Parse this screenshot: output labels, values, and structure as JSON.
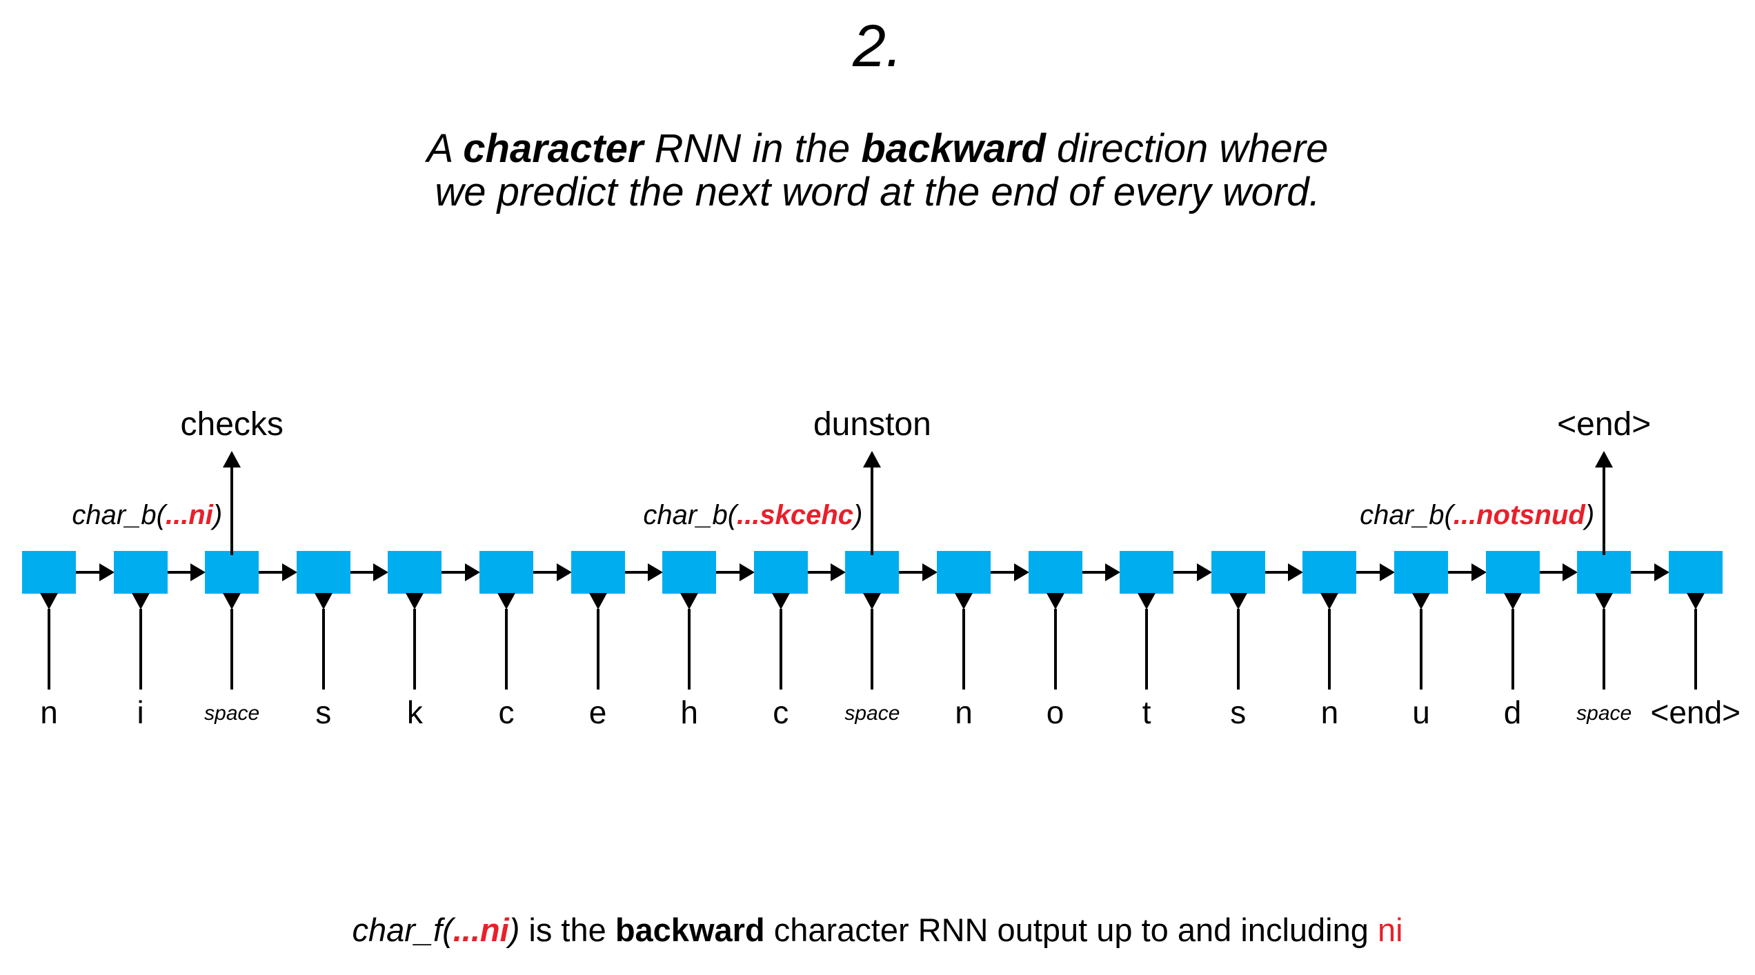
{
  "header": {
    "slide_number": "2.",
    "subtitle_line1_prefix": "A ",
    "subtitle_line1_bold1": "character",
    "subtitle_line1_mid": " RNN in the ",
    "subtitle_line1_bold2": "backward",
    "subtitle_line1_suffix": " direction where",
    "subtitle_line2": "we predict the next word at the end of every word."
  },
  "diagram": {
    "cell_color": "#00AEEF",
    "highlight_color": "#E8202A",
    "cell_count": 19,
    "inputs": [
      {
        "label": "n",
        "small": false
      },
      {
        "label": "i",
        "small": false
      },
      {
        "label": "space",
        "small": true
      },
      {
        "label": "s",
        "small": false
      },
      {
        "label": "k",
        "small": false
      },
      {
        "label": "c",
        "small": false
      },
      {
        "label": "e",
        "small": false
      },
      {
        "label": "h",
        "small": false
      },
      {
        "label": "c",
        "small": false
      },
      {
        "label": "space",
        "small": true
      },
      {
        "label": "n",
        "small": false
      },
      {
        "label": "o",
        "small": false
      },
      {
        "label": "t",
        "small": false
      },
      {
        "label": "s",
        "small": false
      },
      {
        "label": "n",
        "small": false
      },
      {
        "label": "u",
        "small": false
      },
      {
        "label": "d",
        "small": false
      },
      {
        "label": "space",
        "small": true
      },
      {
        "label": "<end>",
        "small": false
      }
    ],
    "outputs": [
      {
        "cell_index": 2,
        "label": "checks",
        "state_prefix": "char_b(",
        "state_highlight": "...ni",
        "state_suffix": ")"
      },
      {
        "cell_index": 9,
        "label": "dunston",
        "state_prefix": "char_b(",
        "state_highlight": "...skcehc",
        "state_suffix": ")"
      },
      {
        "cell_index": 17,
        "label": "<end>",
        "state_prefix": "char_b(",
        "state_highlight": "...notsnud",
        "state_suffix": ")"
      }
    ]
  },
  "footnote": {
    "fn_name": "char_f(",
    "fn_highlight": "...ni",
    "fn_close": ")",
    "text_mid1": " is the ",
    "bold": "backward",
    "text_mid2": " character RNN output up to and including ",
    "tail_highlight": "ni"
  }
}
